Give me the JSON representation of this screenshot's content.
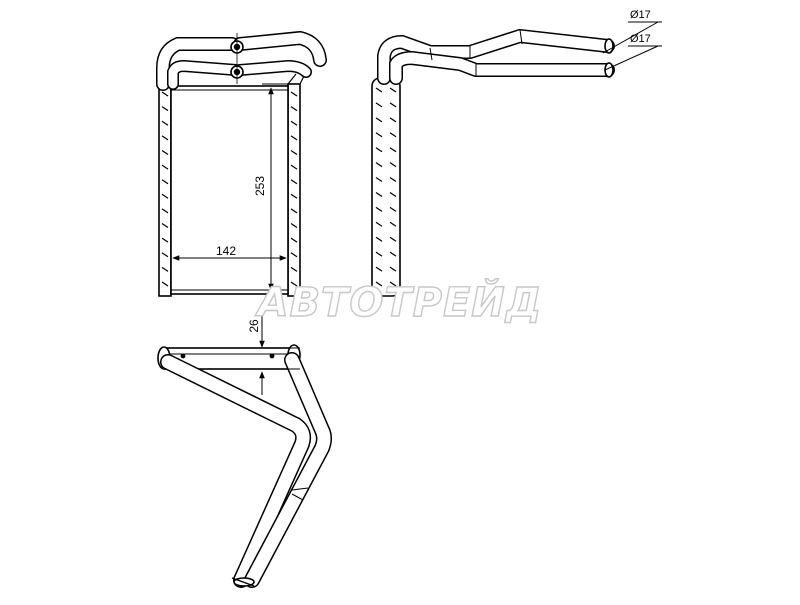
{
  "dimensions": {
    "width": "142",
    "height": "253",
    "depth": "26",
    "inlet_diameter": "Ø17",
    "outlet_diameter": "Ø17"
  },
  "watermark": "АВТОТРЕЙД"
}
